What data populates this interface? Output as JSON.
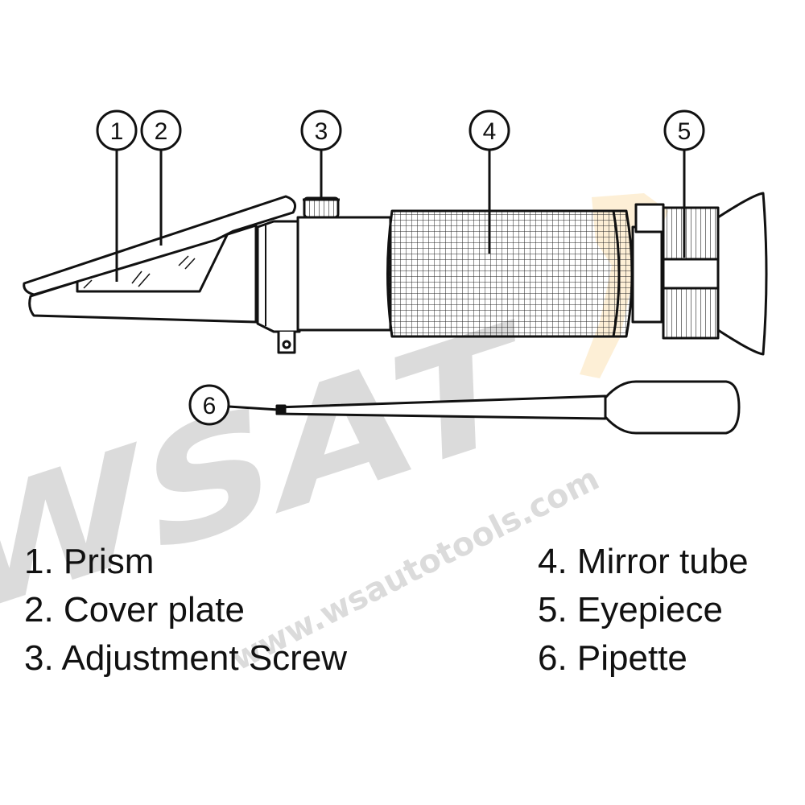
{
  "callouts": [
    "1",
    "2",
    "3",
    "4",
    "5",
    "6"
  ],
  "legend": {
    "left": [
      "1. Prism",
      "2. Cover plate",
      "3. Adjustment Screw"
    ],
    "right": [
      "4. Mirror tube",
      "5. Eyepiece",
      "6. Pipette"
    ]
  },
  "watermark": {
    "logo": "WSAT",
    "url": "www.wsautotools.com",
    "color": "#bdbdbd",
    "accent": "#f6c25a"
  },
  "colors": {
    "line": "#111111",
    "background": "#ffffff"
  }
}
